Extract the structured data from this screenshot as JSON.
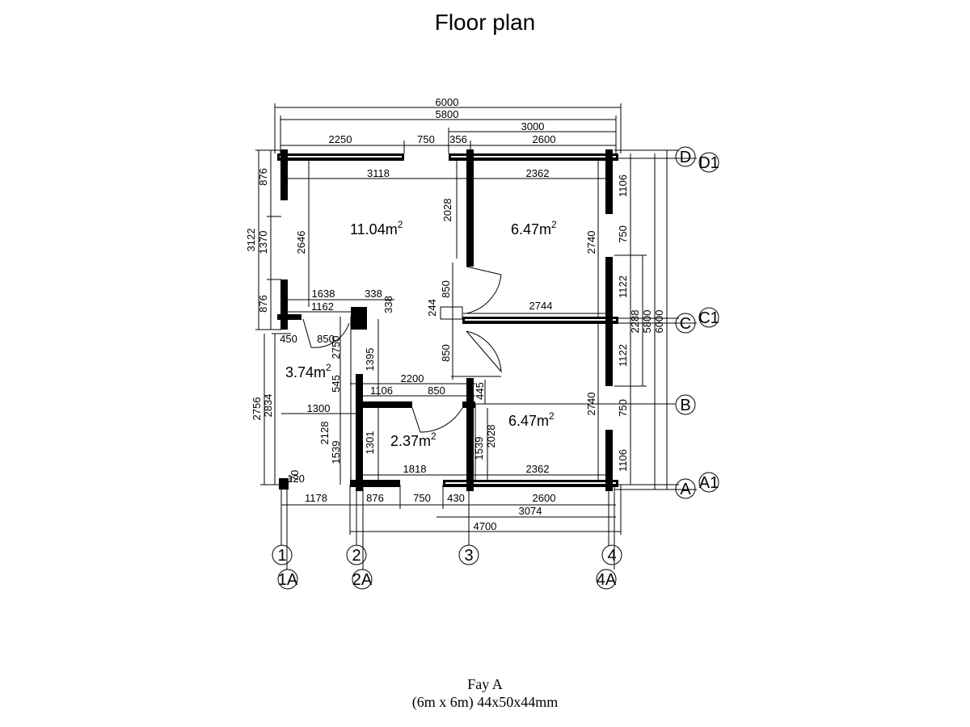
{
  "title": "Floor plan",
  "caption": {
    "model": "Fay A",
    "spec": "(6m x 6m) 44x50x44mm"
  },
  "rooms": [
    {
      "area": "11.04m",
      "sup": "2"
    },
    {
      "area": "6.47m",
      "sup": "2"
    },
    {
      "area": "3.74m",
      "sup": "2"
    },
    {
      "area": "2.37m",
      "sup": "2"
    },
    {
      "area": "6.47m",
      "sup": "2"
    }
  ],
  "axes": {
    "rows": [
      "D",
      "D1",
      "C",
      "C1",
      "B",
      "A",
      "A1"
    ],
    "cols": [
      "1",
      "1A",
      "2",
      "2A",
      "3",
      "4",
      "4A"
    ]
  },
  "dimensions": {
    "top": [
      "6000",
      "5800",
      "2250",
      "750",
      "356",
      "3000",
      "2600"
    ],
    "inner_top": [
      "3118",
      "2362",
      "2028",
      "2646",
      "2740",
      "2744",
      "1638",
      "338",
      "1162",
      "338",
      "244",
      "850",
      "850",
      "450",
      "850",
      "2750"
    ],
    "left": [
      "876",
      "3122",
      "1370",
      "876",
      "2756",
      "2834",
      "1300",
      "2128",
      "1539",
      "120",
      "70"
    ],
    "middle": [
      "1395",
      "545",
      "2200",
      "1106",
      "850",
      "445",
      "1301",
      "1539",
      "2028",
      "1818",
      "2362",
      "2740"
    ],
    "right": [
      "1106",
      "750",
      "1122",
      "2288",
      "5800",
      "6000",
      "1122",
      "750",
      "1106"
    ],
    "bottom": [
      "1178",
      "876",
      "750",
      "430",
      "2600",
      "3074",
      "4700"
    ]
  }
}
